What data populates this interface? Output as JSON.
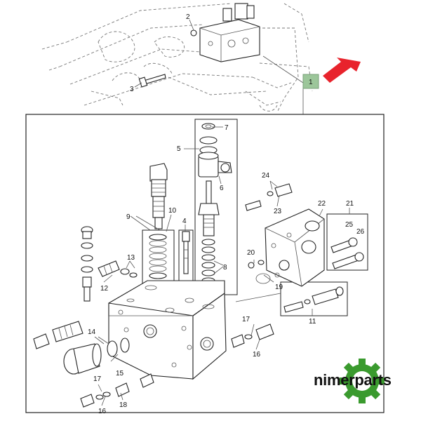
{
  "brand": {
    "name": "nimerparts",
    "gear_color": "#3a9a2e"
  },
  "diagram": {
    "accent_arrow_color": "#e8232c",
    "reference_box_color": "#9cc69a",
    "reference_label": "1",
    "callouts": {
      "c1": "1",
      "c2": "2",
      "c3": "3",
      "c4": "4",
      "c5": "5",
      "c6": "6",
      "c7": "7",
      "c8": "8",
      "c9": "9",
      "c10": "10",
      "c11": "11",
      "c12": "12",
      "c13": "13",
      "c14": "14",
      "c15": "15",
      "c16": "16",
      "c17": "17",
      "c18": "18",
      "c19": "19",
      "c20": "20",
      "c21": "21",
      "c22": "22",
      "c23": "23",
      "c24": "24",
      "c25": "25",
      "c26": "26"
    }
  }
}
